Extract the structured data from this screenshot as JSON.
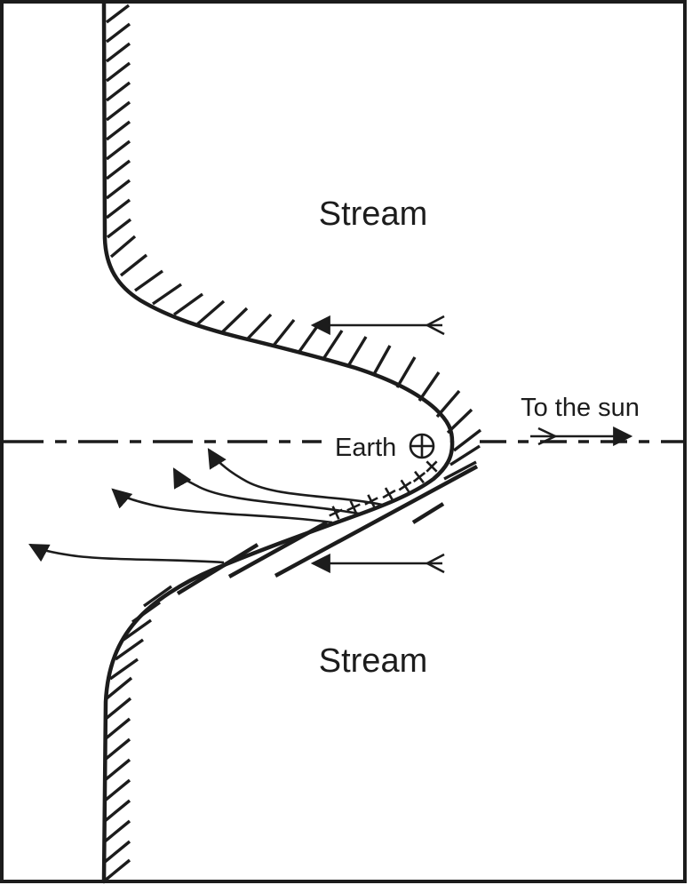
{
  "figure": {
    "background": "#ffffff",
    "ink": "#1c1c1c"
  },
  "labels": {
    "stream_top": "Stream",
    "stream_bottom": "Stream",
    "earth": "Earth",
    "to_the_sun": "To the sun"
  },
  "symbols": {
    "earth_symbol": "⊕",
    "polarity_mark": "+",
    "polarity_mark_count": 7
  }
}
